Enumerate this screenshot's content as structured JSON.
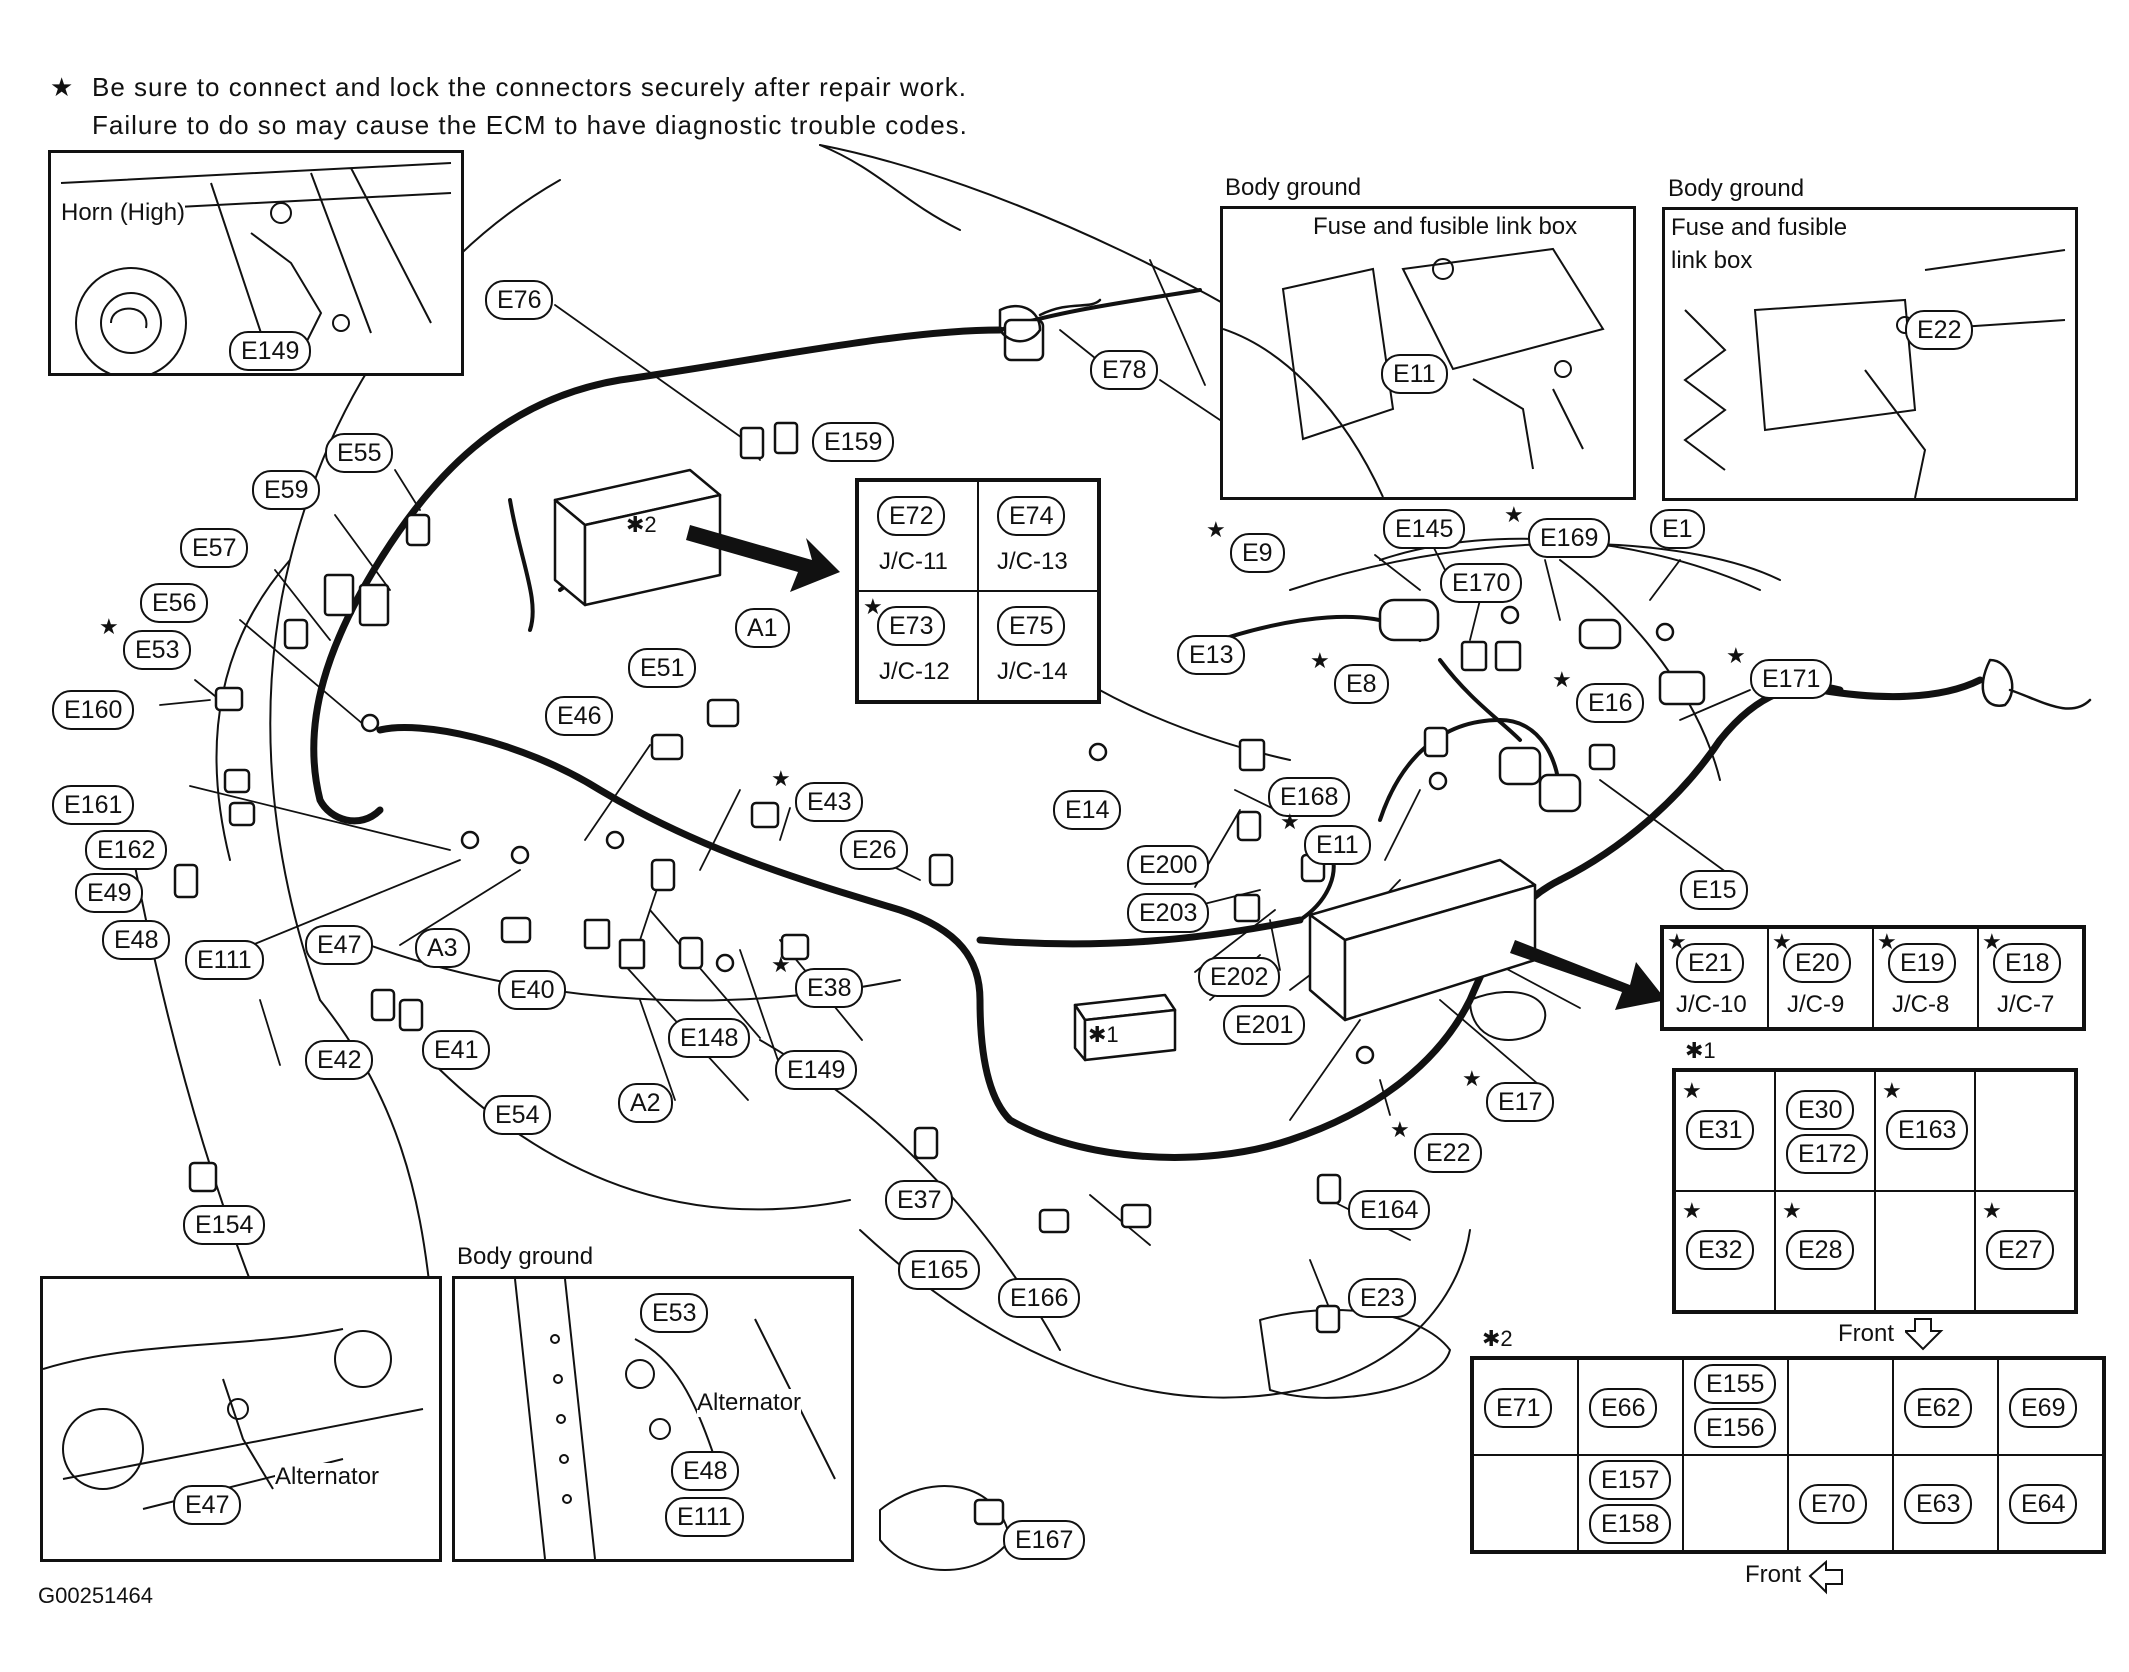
{
  "note": {
    "star": "★",
    "line1": "Be sure to connect and lock the connectors securely after repair work.",
    "line2": "Failure to do so may cause the ECM to have diagnostic trouble codes."
  },
  "insets": {
    "horn_title": "Horn (High)",
    "horn_conn": "E149",
    "ground1_title": "Body ground",
    "ground1_sub": "Fuse and fusible link box",
    "ground1_conn": "E11",
    "ground2_title": "Body ground",
    "ground2_sub1": "Fuse and fusible",
    "ground2_sub2": "link box",
    "ground2_conn": "E22",
    "alt1_label": "Alternator",
    "alt1_conn": "E47",
    "alt2_title": "Body ground",
    "alt2_label": "Alternator",
    "alt2_conns": [
      "E53",
      "E48",
      "E111"
    ]
  },
  "connectors": [
    "E76",
    "E78",
    "E159",
    "E55",
    "E59",
    "E57",
    "E56",
    "E53",
    "E160",
    "E161",
    "E162",
    "E49",
    "E48",
    "E111",
    "E47",
    "A3",
    "E51",
    "A1",
    "E46",
    "E43",
    "E26",
    "E38",
    "E40",
    "E41",
    "E42",
    "E54",
    "A2",
    "E148",
    "E149",
    "E154",
    "E37",
    "E165",
    "E166",
    "E164",
    "E23",
    "E167",
    "E9",
    "E145",
    "E169",
    "E1",
    "E170",
    "E13",
    "E8",
    "E171",
    "E16",
    "E14",
    "E168",
    "E11",
    "E200",
    "E203",
    "E202",
    "E201",
    "E15",
    "E17",
    "E22"
  ],
  "box1": {
    "mark": "✱1"
  },
  "box2": {
    "mark": "✱2"
  },
  "jc_table": {
    "cells": [
      {
        "conn": "E72",
        "jc": "J/C-11",
        "star": false
      },
      {
        "conn": "E74",
        "jc": "J/C-13",
        "star": false
      },
      {
        "conn": "E73",
        "jc": "J/C-12",
        "star": true
      },
      {
        "conn": "E75",
        "jc": "J/C-14",
        "star": false
      }
    ]
  },
  "jc_row": {
    "cells": [
      {
        "conn": "E21",
        "jc": "J/C-10"
      },
      {
        "conn": "E20",
        "jc": "J/C-9"
      },
      {
        "conn": "E19",
        "jc": "J/C-8"
      },
      {
        "conn": "E18",
        "jc": "J/C-7"
      }
    ]
  },
  "table1": {
    "title": "✱1",
    "cells": [
      {
        "conns": [
          "E31"
        ],
        "star": true
      },
      {
        "conns": [
          "E30",
          "E172"
        ],
        "star": false
      },
      {
        "conns": [
          "E163"
        ],
        "star": true
      },
      {
        "conns": [],
        "star": false
      },
      {
        "conns": [
          "E32"
        ],
        "star": true
      },
      {
        "conns": [
          "E28"
        ],
        "star": true
      },
      {
        "conns": [],
        "star": false
      },
      {
        "conns": [
          "E27"
        ],
        "star": true
      }
    ],
    "front": "Front"
  },
  "table2": {
    "title": "✱2",
    "row1": [
      [
        "E71"
      ],
      [
        "E66"
      ],
      [
        "E155",
        "E156"
      ],
      [],
      [
        "E62"
      ],
      [
        "E69"
      ]
    ],
    "row2": [
      [],
      [
        "E157",
        "E158"
      ],
      [],
      [
        "E70"
      ],
      [
        "E63"
      ],
      [
        "E64"
      ]
    ],
    "front": "Front"
  },
  "figure_id": "G00251464"
}
